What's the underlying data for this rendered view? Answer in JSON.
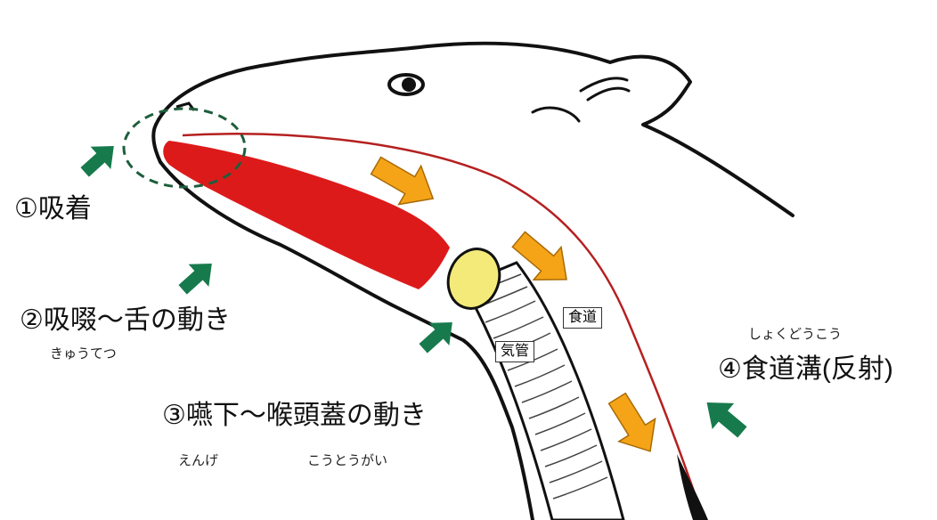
{
  "labels": {
    "step1": "①吸着",
    "step2": "②吸啜～舌の動き",
    "step2_ruby": "きゅうてつ",
    "step3": "③嚥下～喉頭蓋の動き",
    "step3_ruby_a": "えんげ",
    "step3_ruby_b": "こうとうがい",
    "step4": "④食道溝(反射)",
    "step4_ruby": "しょくどうこう",
    "esophagus": "食道",
    "trachea": "気管"
  },
  "colors": {
    "tongue": "#dd1a1a",
    "epiglottis": "#f4ea7a",
    "flow_arrow": "#f5a418",
    "pointer_arrow": "#177a4c",
    "esophagus_line": "#b52020",
    "outline": "#111111"
  }
}
